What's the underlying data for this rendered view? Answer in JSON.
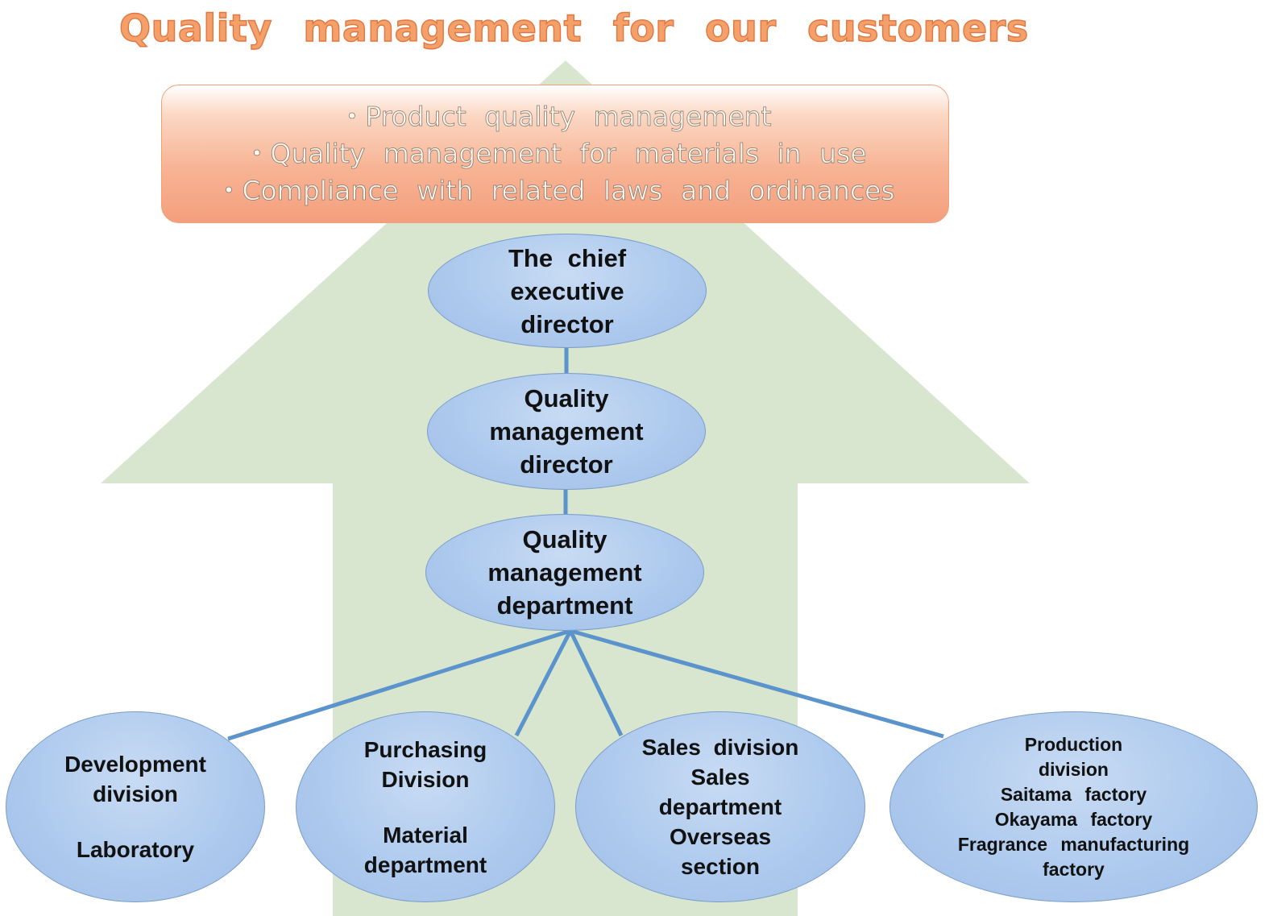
{
  "title": "Quality management for our customers",
  "scope_items": [
    "・Product quality management",
    "・Quality management for materials in use",
    "・Compliance with related laws and ordinances"
  ],
  "hierarchy": {
    "ceo": [
      "The chief",
      "executive",
      "director"
    ],
    "qm_director": [
      "Quality",
      "management",
      "director"
    ],
    "qm_department": [
      "Quality",
      "management",
      "department"
    ]
  },
  "divisions": {
    "development": {
      "lines": [
        "Development",
        "division"
      ],
      "sub": [
        "Laboratory"
      ]
    },
    "purchasing": {
      "lines": [
        "Purchasing",
        "Division"
      ],
      "sub": [
        "Material",
        "department"
      ]
    },
    "sales": {
      "lines": [
        "Sales division",
        "Sales",
        "department",
        "Overseas",
        "section"
      ]
    },
    "production": {
      "lines": [
        "Production",
        "division",
        "Saitama factory",
        "Okayama factory",
        "Fragrance manufacturing",
        "factory"
      ]
    }
  },
  "colors": {
    "arrow_fill": "#d9e6cf",
    "title_orange": "#f4a06a",
    "node_blue": "#aecaee",
    "connector_blue": "#5b93cc"
  }
}
